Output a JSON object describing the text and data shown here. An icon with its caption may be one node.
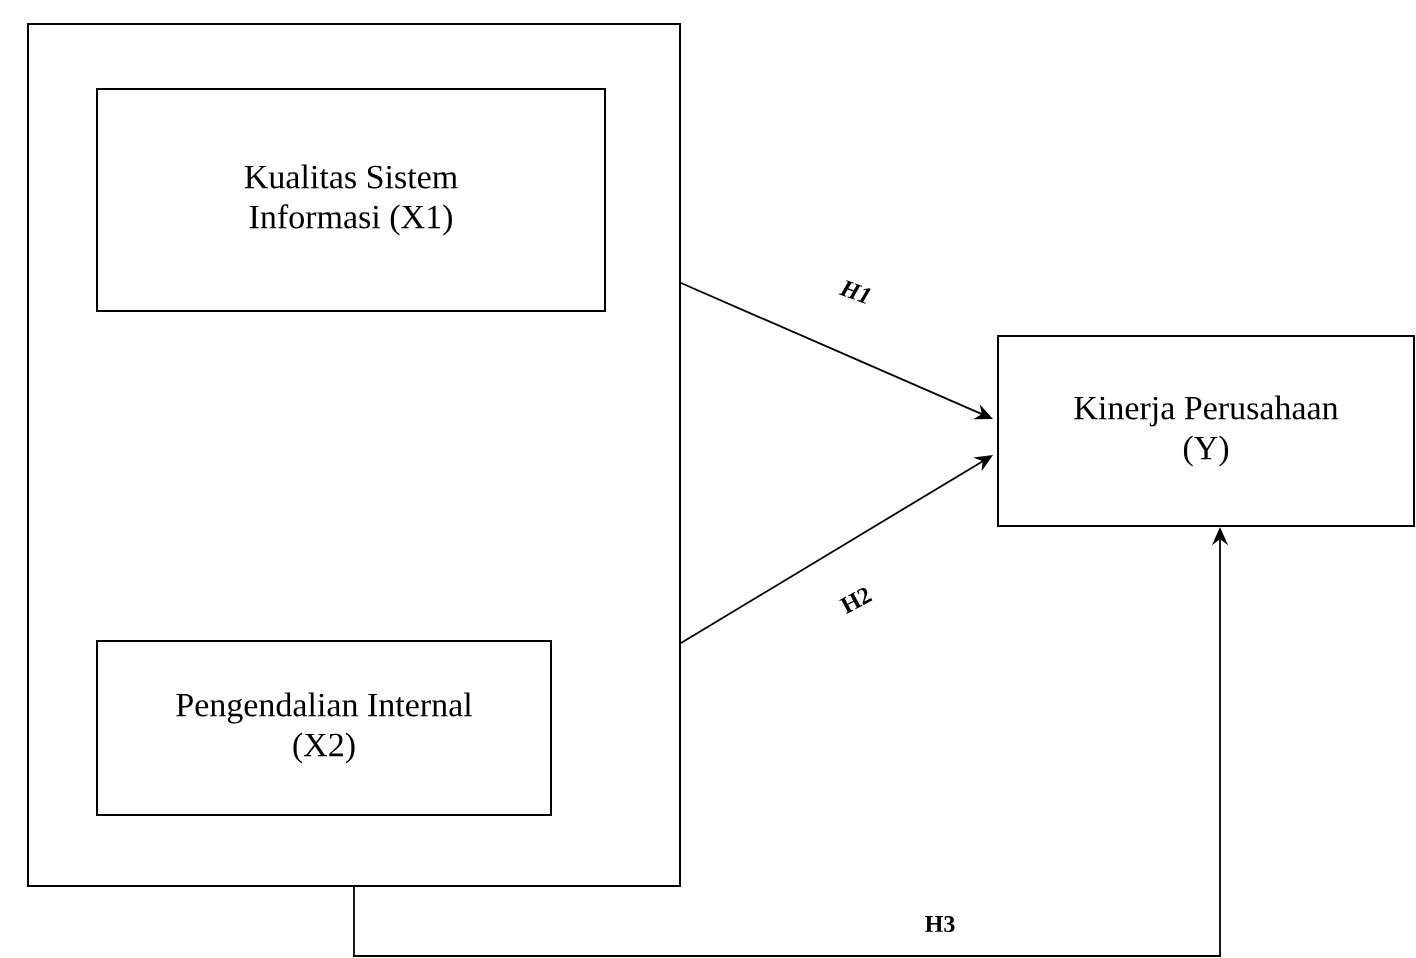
{
  "diagram": {
    "nodes": [
      {
        "text": [],
        "shape": "box"
      },
      {
        "text": [
          "Kualitas Sistem Informasi  (X1)"
        ],
        "in": 0
      },
      {
        "text": [
          "Pengendalian Internal (X2)"
        ],
        "in": 0
      },
      {
        "text": [
          "Kinerja Perusahaan (Y)"
        ]
      }
    ],
    "edges": [
      {
        "from": 0,
        "to": 3,
        "arrow": "to",
        "label": "H1"
      },
      {
        "from": 0,
        "to": 3,
        "arrow": "to",
        "label": "H2"
      },
      {
        "from": 0,
        "to": 3,
        "arrow": "to",
        "label": "H3"
      }
    ]
  }
}
